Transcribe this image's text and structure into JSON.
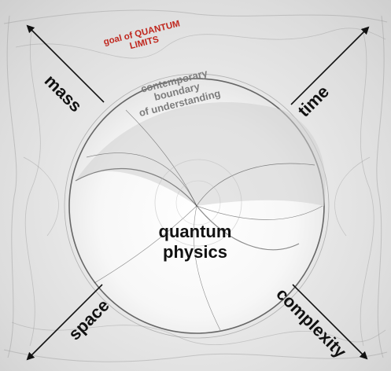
{
  "diagram": {
    "axes": {
      "mass": "mass",
      "time": "time",
      "space": "space",
      "complexity": "complexity"
    },
    "goal": {
      "line1": "goal of QUANTUM",
      "line2": "LIMITS"
    },
    "boundary": {
      "line1": "contemporary",
      "line2": "boundary",
      "line3": "of understanding"
    },
    "center": {
      "line1": "quantum",
      "line2": "physics"
    },
    "colors": {
      "goal_text": "#c0271e",
      "boundary_text": "#7d7d7d",
      "primary_text": "#111111"
    }
  }
}
